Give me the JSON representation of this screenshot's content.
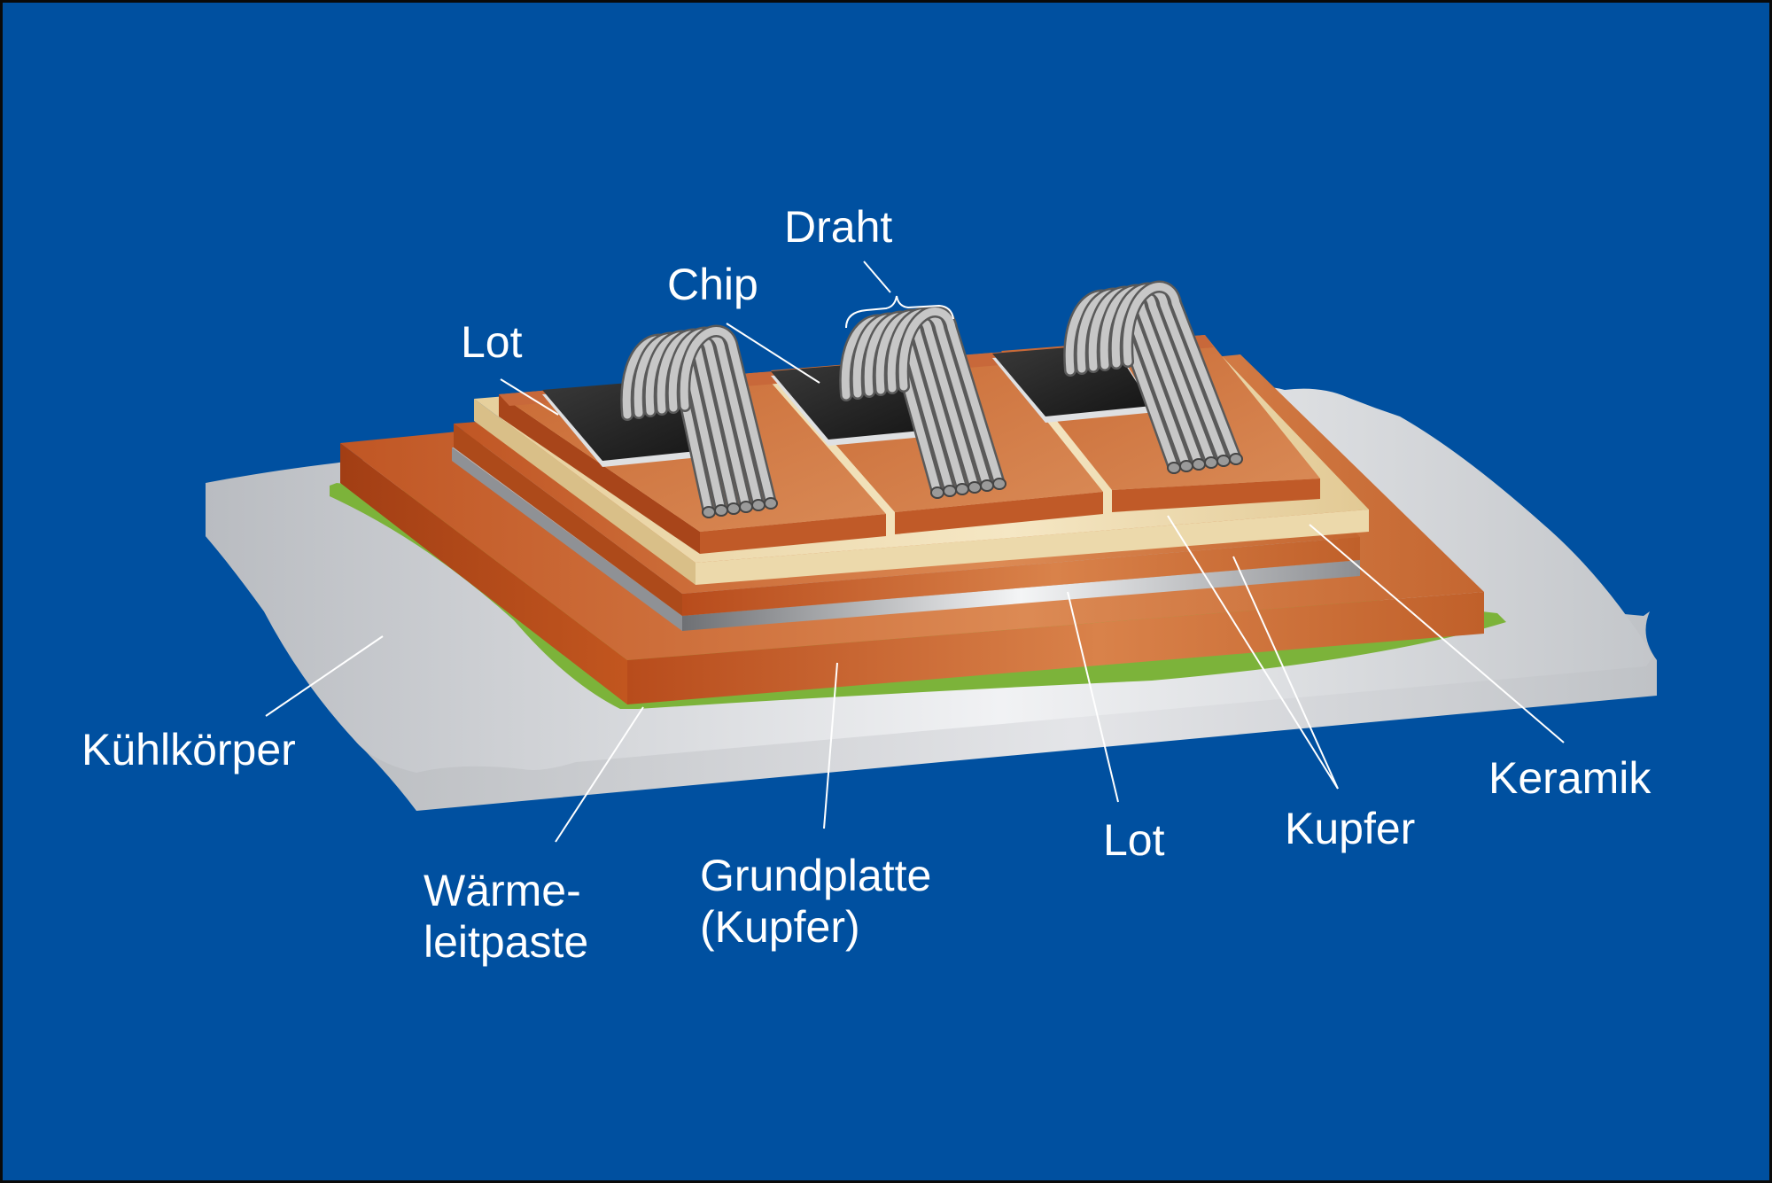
{
  "colors": {
    "background": "#0050a0",
    "border": "#0a0a0a",
    "label": "#ffffff",
    "heatsink": "#d2d4d8",
    "paste": "#7cb33a",
    "copper": "#c8642c",
    "solder": "#c9cbce",
    "ceramic": "#efdcb0",
    "chip": "#1f1f1f",
    "wire": "#c7c7c7"
  },
  "labels": {
    "draht": "Draht",
    "chip": "Chip",
    "lot_top": "Lot",
    "kuehlkoerper": "Kühlkörper",
    "waermeleitpaste_line1": "Wärme-",
    "waermeleitpaste_line2": "leitpaste",
    "grundplatte_line1": "Grundplatte",
    "grundplatte_line2": "(Kupfer)",
    "lot_bottom": "Lot",
    "kupfer": "Kupfer",
    "keramik": "Keramik"
  }
}
